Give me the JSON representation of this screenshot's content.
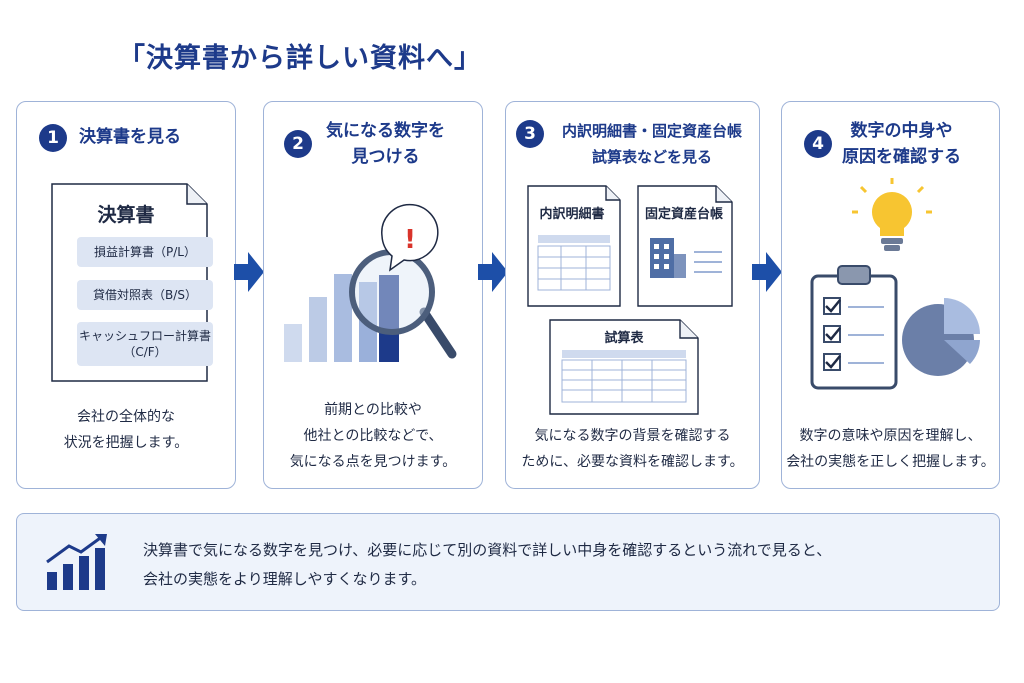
{
  "title": "「決算書から詳しい資料へ」",
  "steps": [
    {
      "number": "1",
      "title_lines": [
        "決算書を見る"
      ],
      "doc_title": "決算書",
      "items": [
        "損益計算書（P/L）",
        "貸借対照表（B/S）",
        "キャッシュフロー計算書",
        "（C/F）"
      ],
      "desc_lines": [
        "会社の全体的な",
        "状況を把握します。"
      ]
    },
    {
      "number": "2",
      "title_lines": [
        "気になる数字を",
        "見つける"
      ],
      "alert_mark": "!",
      "desc_lines": [
        "前期との比較や",
        "他社との比較などで、",
        "気になる点を見つけます。"
      ]
    },
    {
      "number": "3",
      "title_lines": [
        "内訳明細書・固定資産台帳",
        "試算表などを見る"
      ],
      "docs": [
        "内訳明細書",
        "固定資産台帳",
        "試算表"
      ],
      "desc_lines": [
        "気になる数字の背景を確認する",
        "ために、必要な資料を確認します。"
      ]
    },
    {
      "number": "4",
      "title_lines": [
        "数字の中身や",
        "原因を確認する"
      ],
      "desc_lines": [
        "数字の意味や原因を理解し、",
        "会社の実態を正しく把握します。"
      ]
    }
  ],
  "summary": {
    "lines": [
      "決算書で気になる数字を見つけ、必要に応じて別の資料で詳しい中身を確認するという流れで見ると、",
      "会社の実態をより理解しやすくなります。"
    ]
  },
  "icons": [
    "document-icon",
    "magnifier-icon",
    "bar-chart-icon",
    "building-icon",
    "clipboard-checklist-icon",
    "lightbulb-icon",
    "pie-chart-icon",
    "trend-chart-icon",
    "arrow-right-icon"
  ],
  "colors": {
    "navy": "#1d3a8a",
    "light_blue": "#dde5f3",
    "border": "#9fb3d8",
    "summary_bg": "#eef3fb",
    "bulb": "#f7c531",
    "alert": "#d9342b"
  }
}
